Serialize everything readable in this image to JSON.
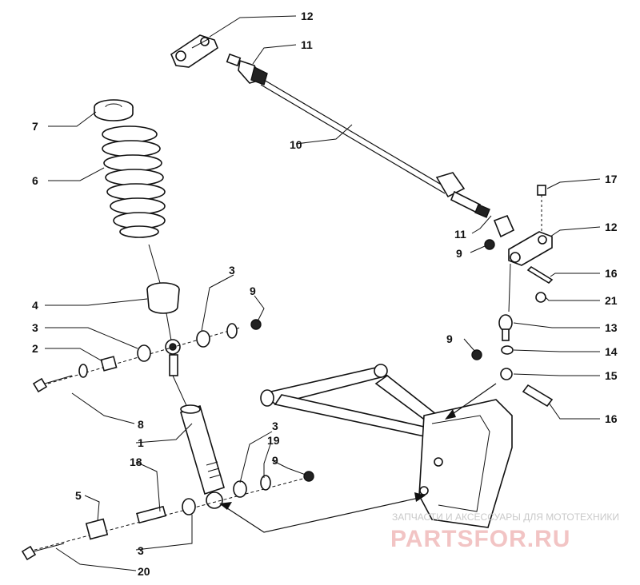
{
  "diagram": {
    "callouts": [
      "12",
      "11",
      "10",
      "7",
      "6",
      "17",
      "12",
      "11",
      "9",
      "16",
      "21",
      "4",
      "3",
      "9",
      "3",
      "2",
      "13",
      "9",
      "14",
      "15",
      "8",
      "16",
      "1",
      "3",
      "19",
      "9",
      "18",
      "5",
      "3",
      "20"
    ]
  },
  "watermark": {
    "caption": "ЗАПЧАСТИ И АКСЕССУАРЫ ДЛЯ МОТОТЕХНИКИ",
    "logo": "PARTSFOR.RU"
  }
}
